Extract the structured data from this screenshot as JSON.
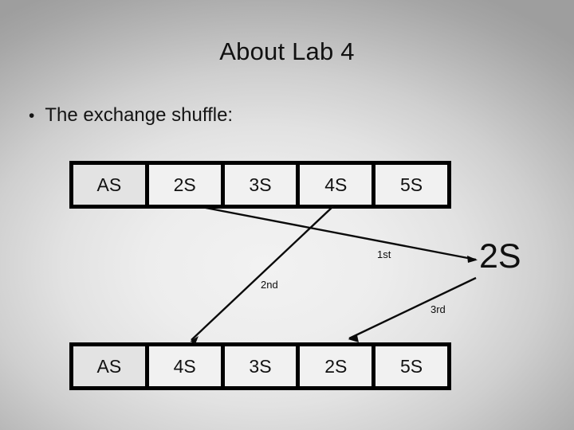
{
  "slide": {
    "title": "About Lab 4",
    "bullet_marker": "•",
    "bullet_text": "The exchange shuffle:",
    "background_center_color": "#f2f2f2",
    "background_edge_color": "#9e9e9e"
  },
  "deck_before": {
    "cards": [
      {
        "label": "AS"
      },
      {
        "label": "2S"
      },
      {
        "label": "3S"
      },
      {
        "label": "4S"
      },
      {
        "label": "5S"
      }
    ]
  },
  "deck_after": {
    "cards": [
      {
        "label": "AS"
      },
      {
        "label": "4S"
      },
      {
        "label": "3S"
      },
      {
        "label": "2S"
      },
      {
        "label": "5S"
      }
    ]
  },
  "steps": [
    {
      "label": "1st"
    },
    {
      "label": "2nd"
    },
    {
      "label": "3rd"
    }
  ],
  "result_card": {
    "label": "2S"
  }
}
